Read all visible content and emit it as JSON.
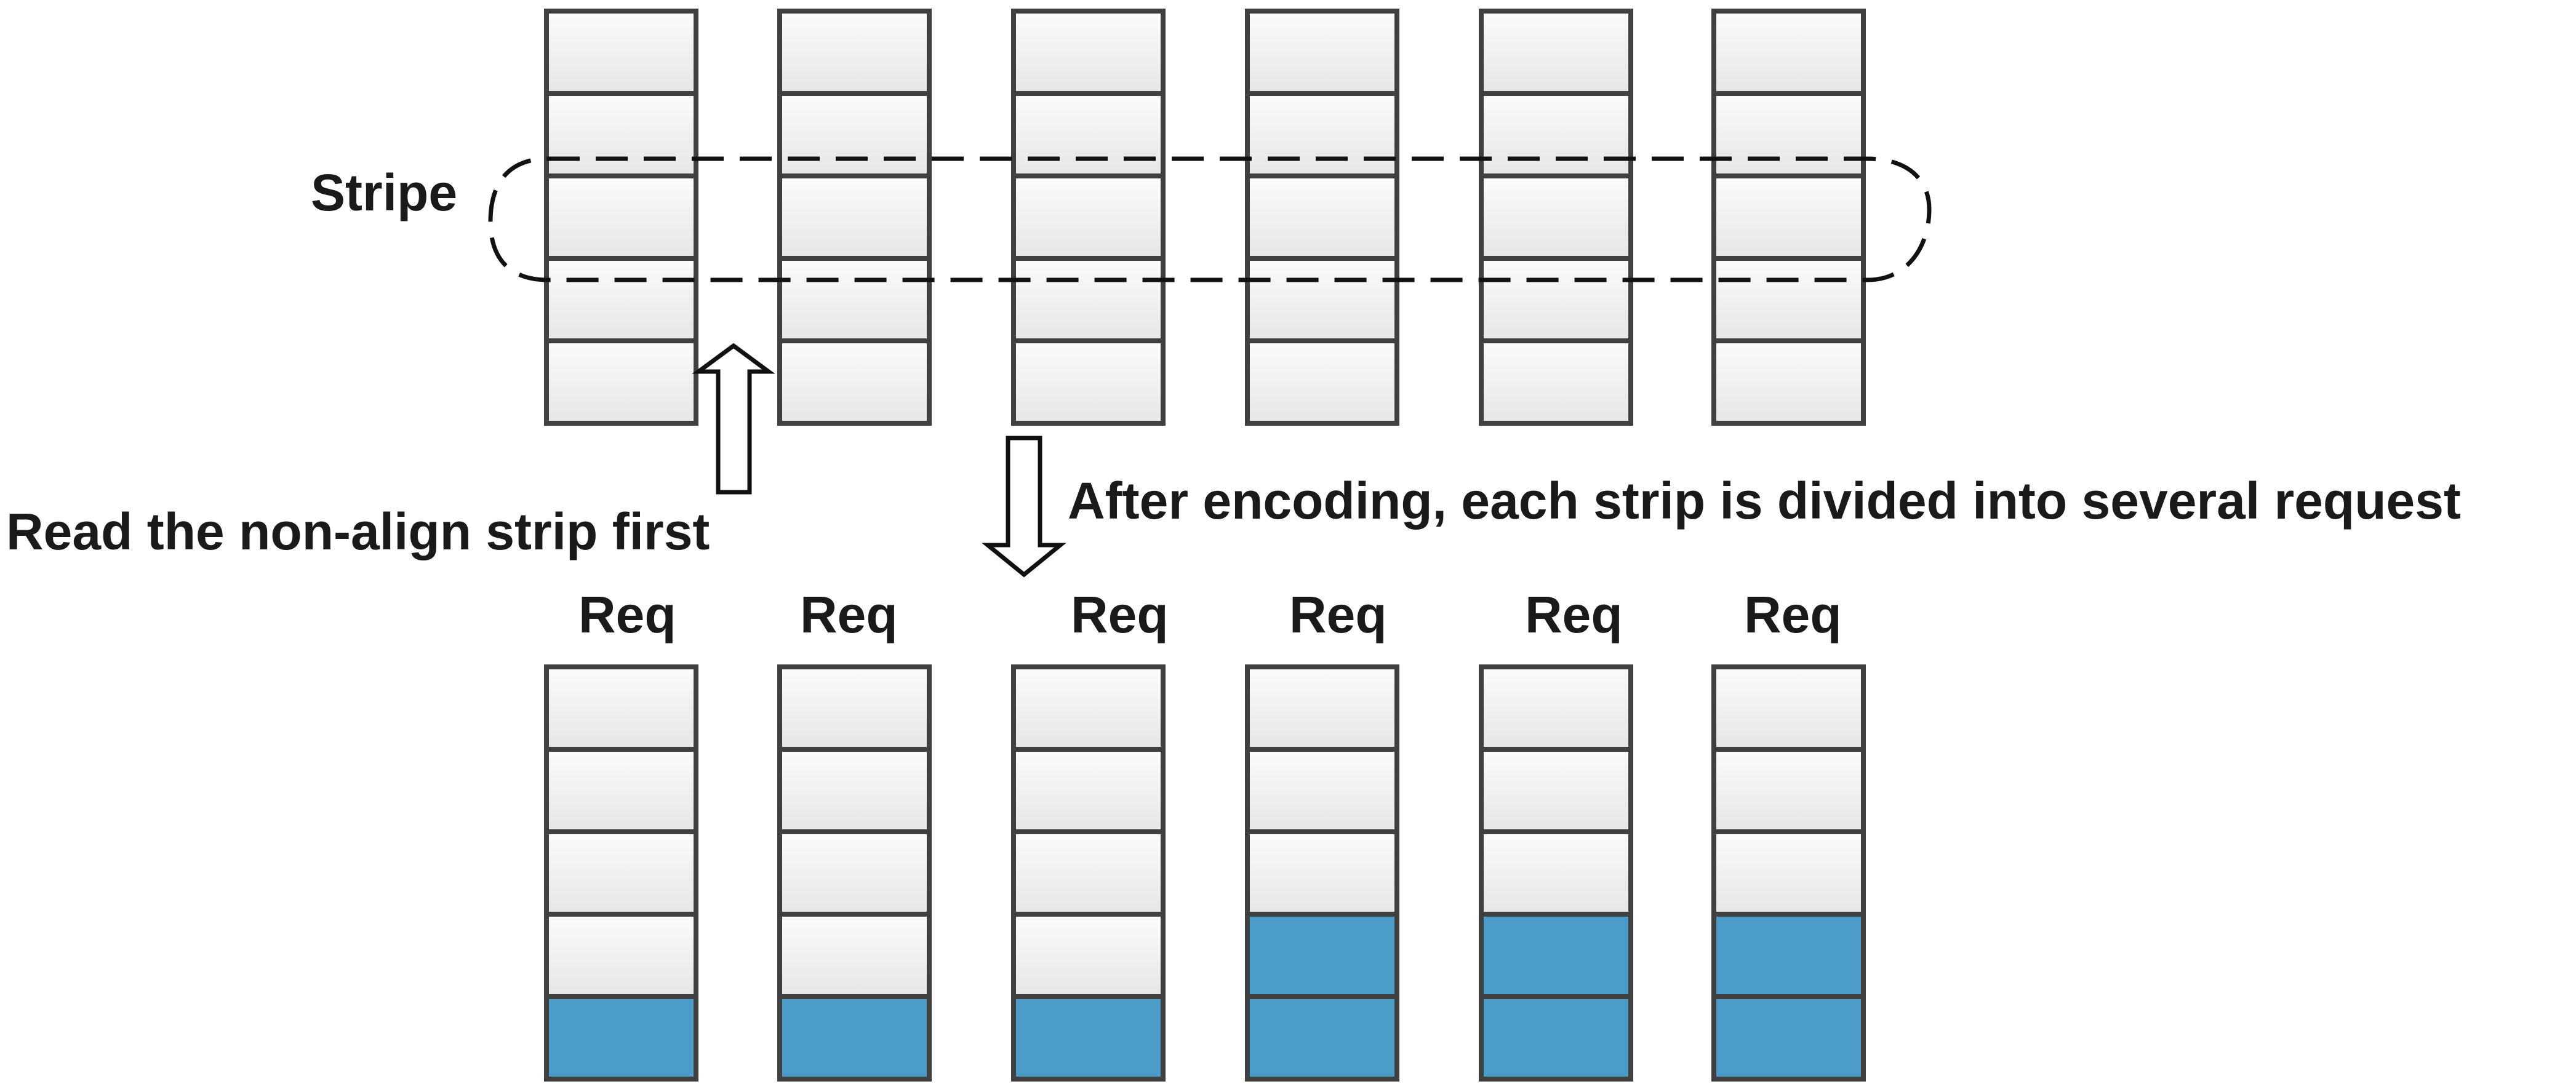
{
  "labels": {
    "stripe": "Stripe",
    "read_first": "Read the non-align strip first",
    "after_encoding": "After encoding, each strip is divided into several request",
    "req": "Req"
  },
  "top_columns": 6,
  "cells_per_column": 5,
  "highlighted_cells": [
    [
      4
    ],
    [
      4
    ],
    [
      4
    ],
    [
      3,
      4
    ],
    [
      3,
      4
    ],
    [
      3,
      4
    ]
  ],
  "colors": {
    "stroke": "#404040",
    "cell_fill": "#f2f2f2",
    "highlight_fill": "#4b9cc9",
    "dash": "#111111",
    "text": "#1a1a1a"
  }
}
